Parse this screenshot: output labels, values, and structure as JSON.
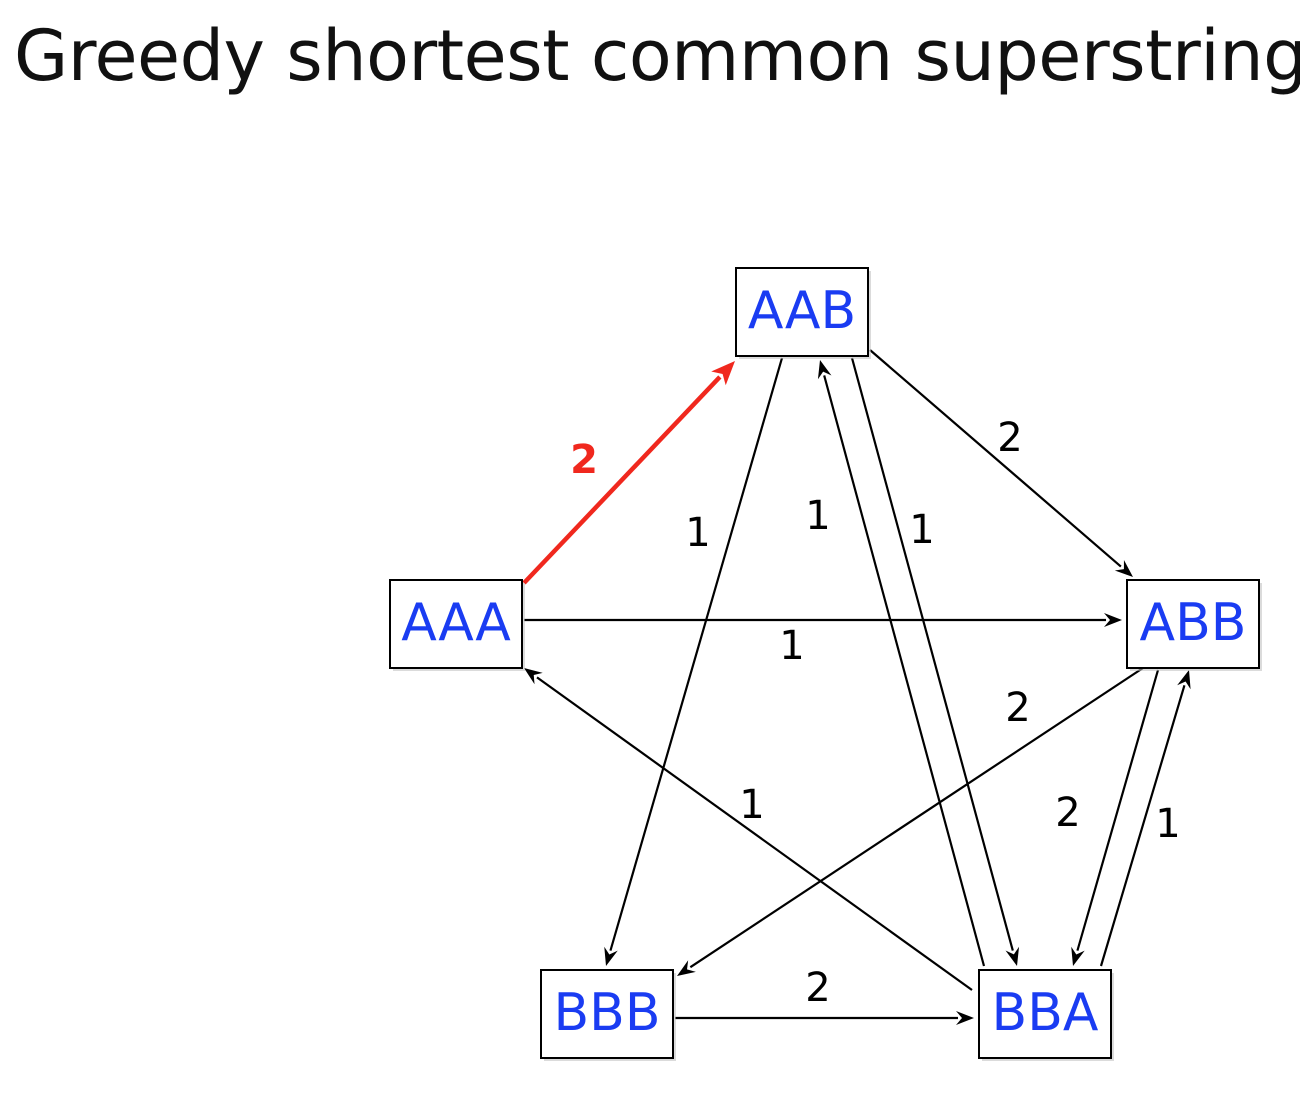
{
  "title": "Greedy shortest common superstring",
  "colors": {
    "node_text": "#1a3cf2",
    "edge": "#000000",
    "highlight": "#f0281e"
  },
  "nodes": [
    {
      "id": "AAB",
      "label": "AAB"
    },
    {
      "id": "AAA",
      "label": "AAA"
    },
    {
      "id": "ABB",
      "label": "ABB"
    },
    {
      "id": "BBB",
      "label": "BBB"
    },
    {
      "id": "BBA",
      "label": "BBA"
    }
  ],
  "edges": [
    {
      "from": "AAA",
      "to": "AAB",
      "label": "2",
      "highlight": true
    },
    {
      "from": "AAB",
      "to": "ABB",
      "label": "2",
      "highlight": false
    },
    {
      "from": "AAB",
      "to": "BBB",
      "label": "1",
      "highlight": false
    },
    {
      "from": "BBA",
      "to": "AAB",
      "label": "1",
      "highlight": false
    },
    {
      "from": "AAB",
      "to": "BBA",
      "label": "1",
      "highlight": false
    },
    {
      "from": "AAA",
      "to": "ABB",
      "label": "1",
      "highlight": false
    },
    {
      "from": "ABB",
      "to": "BBB",
      "label": "2",
      "highlight": false
    },
    {
      "from": "BBA",
      "to": "AAA",
      "label": "1",
      "highlight": false
    },
    {
      "from": "ABB",
      "to": "BBA",
      "label": "2",
      "highlight": false
    },
    {
      "from": "BBA",
      "to": "ABB",
      "label": "1",
      "highlight": false
    },
    {
      "from": "BBB",
      "to": "BBA",
      "label": "2",
      "highlight": false
    }
  ]
}
